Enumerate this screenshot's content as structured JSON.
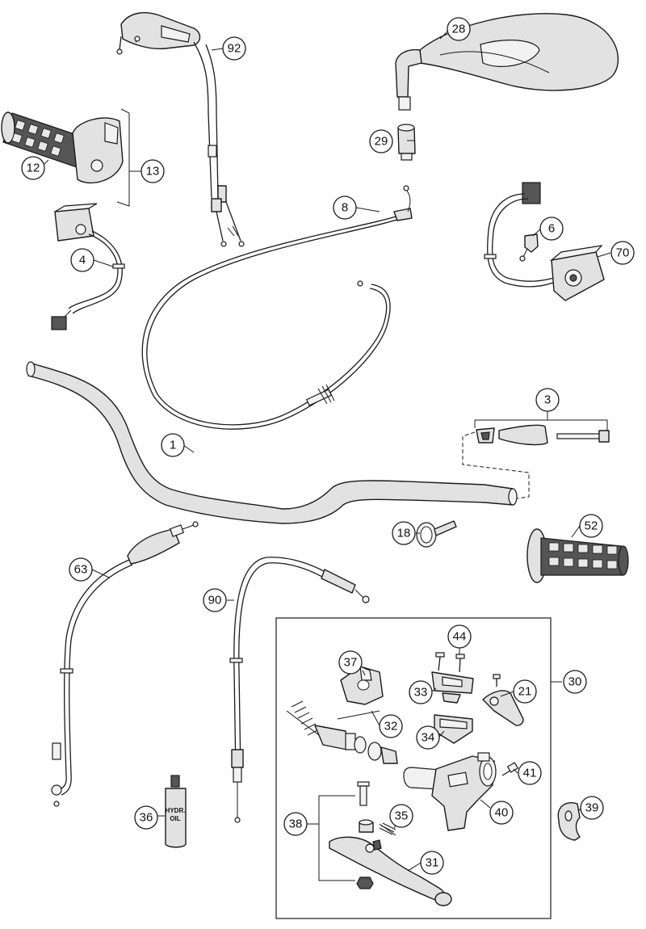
{
  "diagram": {
    "callouts": [
      "92",
      "28",
      "12",
      "13",
      "29",
      "8",
      "6",
      "4",
      "70",
      "3",
      "1",
      "18",
      "52",
      "63",
      "90",
      "44",
      "30",
      "37",
      "21",
      "33",
      "32",
      "34",
      "41",
      "40",
      "36",
      "38",
      "35",
      "39",
      "31"
    ],
    "bottle_label_line1": "HYDR.",
    "bottle_label_line2": "OIL"
  }
}
